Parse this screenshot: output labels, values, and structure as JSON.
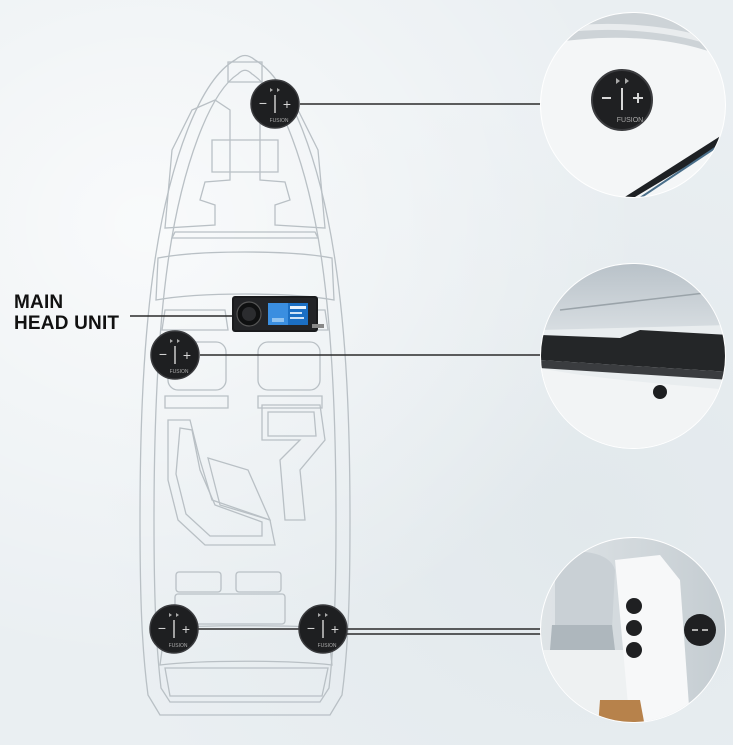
{
  "labels": {
    "main_line1": "MAIN",
    "main_line2": "HEAD UNIT"
  },
  "remote": {
    "brand": "FUSION",
    "minus": "−",
    "plus": "+"
  },
  "colors": {
    "outline": "#b9c0c5",
    "leader": "#2a2a2a",
    "remote_body": "#1e1f21",
    "remote_icon": "#d8d8d8"
  }
}
